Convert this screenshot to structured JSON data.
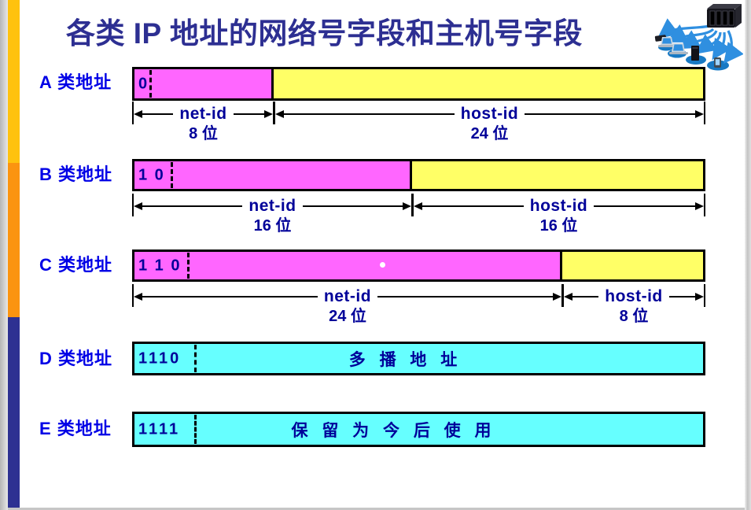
{
  "slide": {
    "title": "各类 IP 地址的网络号字段和主机号字段"
  },
  "rows": [
    {
      "label": "A 类地址",
      "bits": "0",
      "net": {
        "label": "net-id",
        "size": "8 位"
      },
      "host": {
        "label": "host-id",
        "size": "24 位"
      }
    },
    {
      "label": "B 类地址",
      "bits": "1 0",
      "net": {
        "label": "net-id",
        "size": "16 位"
      },
      "host": {
        "label": "host-id",
        "size": "16 位"
      }
    },
    {
      "label": "C 类地址",
      "bits": "1 1 0",
      "net": {
        "label": "net-id",
        "size": "24 位"
      },
      "host": {
        "label": "host-id",
        "size": "8 位"
      }
    },
    {
      "label": "D 类地址",
      "bits": "1110",
      "text": "多 播 地 址"
    },
    {
      "label": "E 类地址",
      "bits": "1111",
      "text": "保 留 为 今 后 使 用"
    }
  ],
  "icons": {
    "clipart": "network-devices-illustration"
  },
  "colors": {
    "net_id_fill": "#FF66FF",
    "host_id_fill": "#FFFF66",
    "reserved_fill": "#66FFFF",
    "title_text": "#2D2F92",
    "row_label_text": "#0000E6",
    "diagram_text": "#000099",
    "sidebar_yellow": "#FFC20E",
    "sidebar_orange": "#FB9410",
    "sidebar_blue": "#2E3192",
    "clipart_blue": "#2F8FE0"
  }
}
